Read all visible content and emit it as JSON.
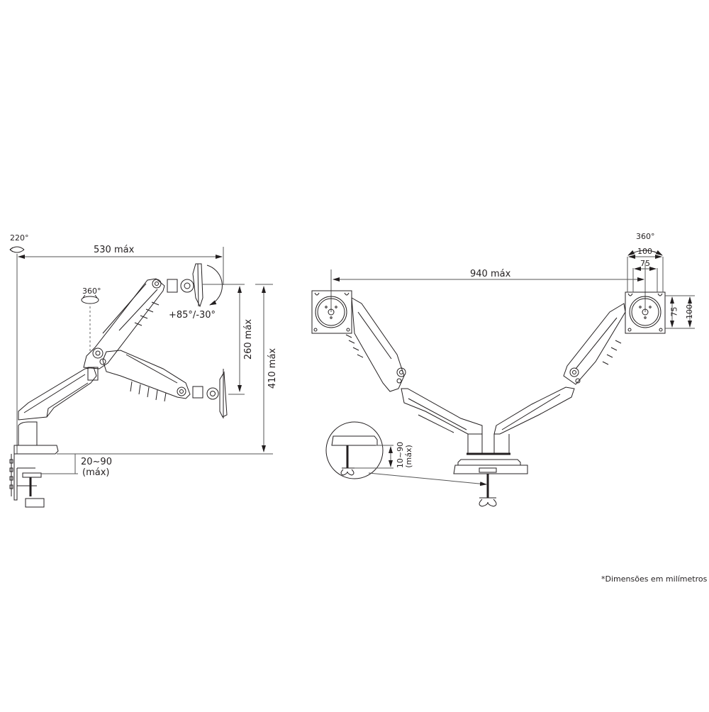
{
  "diagram": {
    "type": "technical-dimension-drawing",
    "subject": "gas spring monitor arm (single and dual)",
    "single_arm_view": {
      "base_rotation": "220°",
      "arm_rotation": "360°",
      "max_reach": "530 máx",
      "tilt": "+85°/-30°",
      "height_adjust": "260 máx",
      "total_height": "410 máx",
      "clamp_thickness": "20~90",
      "clamp_thickness_unit": "(máx)"
    },
    "dual_arm_view": {
      "max_span": "940 máx",
      "vesa_rotation": "360°",
      "vesa_horizontal_outer": "100",
      "vesa_horizontal_inner": "75",
      "vesa_vertical_inner": "75",
      "vesa_vertical_outer": "100",
      "grommet_thickness": "10~90",
      "grommet_thickness_unit": "(máx)"
    },
    "footnote": "*Dimensões em milímetros"
  },
  "colors": {
    "line": "#231f20",
    "dim_line": "#555555",
    "background": "#ffffff"
  }
}
